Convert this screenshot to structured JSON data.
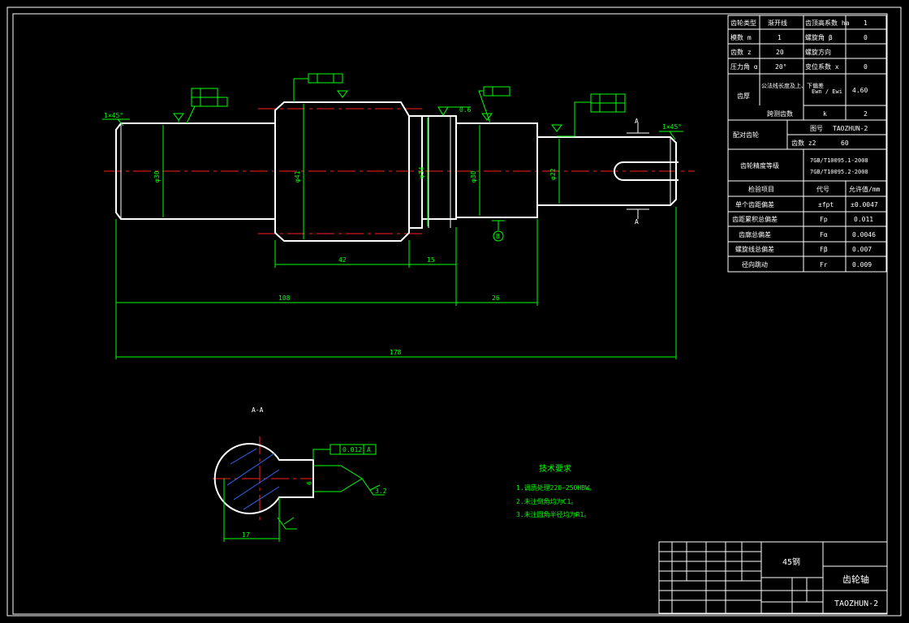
{
  "params_table": {
    "rows": [
      [
        "齿轮类型",
        "渐开线",
        "齿顶高系数 ha",
        "1"
      ],
      [
        "模数 m",
        "1",
        "螺旋角 β",
        "0"
      ],
      [
        "齿数 z",
        "20",
        "螺旋方向",
        ""
      ],
      [
        "压力角 α",
        "20°",
        "变位系数 x",
        "0"
      ]
    ],
    "tooth_thickness_label": "齿厚",
    "tooth_thickness_sub": "公法线长度及上、下偏差",
    "tooth_thickness_symbol": "Ewn / Ewi",
    "tooth_thickness_value": "4.60",
    "span_teeth_label": "跨测齿数",
    "span_teeth_symbol": "k",
    "span_teeth_value": "2",
    "mating_label": "配对齿轮",
    "drawing_no_label": "图号",
    "drawing_no_value": "TAOZHUN-2",
    "mating_teeth_label": "齿数 z2",
    "mating_teeth_value": "60",
    "accuracy_label": "齿轮精度等级",
    "accuracy_std_1": "7GB/T10095.1-2008",
    "accuracy_std_2": "7GB/T10095.2-2008",
    "inspect_header": [
      "检验项目",
      "代号",
      "允许值/mm"
    ],
    "inspect_rows": [
      [
        "单个齿距偏差",
        "±fpt",
        "±0.0047"
      ],
      [
        "齿距累积总偏差",
        "Fp",
        "0.011"
      ],
      [
        "齿廓总偏差",
        "Fα",
        "0.0046"
      ],
      [
        "螺旋线总偏差",
        "Fβ",
        "0.007"
      ],
      [
        "径向跳动",
        "Fr",
        "0.009"
      ]
    ]
  },
  "dimensions": {
    "chamfer_left": "1×45°",
    "chamfer_right": "1×45°",
    "dia_1": "φ30",
    "dia_2": "φ41",
    "dia_3": "φ34",
    "dia_4": "φ30",
    "dia_5": "φ22",
    "len_42": "42",
    "len_15": "15",
    "len_108": "108",
    "len_26": "26",
    "len_178": "178",
    "groove_ra": "0.6",
    "section_mark": "A",
    "section_title": "A-A",
    "key_tol": "0.012",
    "key_datum": "A",
    "key_ra": "3.2",
    "key_depth": "17",
    "key_width": "6",
    "datum_label": "B"
  },
  "tech_req": {
    "title": "技术要求",
    "items": [
      "1.调质处理220~250HBW。",
      "2.未注倒角均为C1。",
      "3.未注圆角半径均为R1。"
    ]
  },
  "title_block": {
    "material": "45钢",
    "part_name": "齿轮轴",
    "drawing_no": "TAOZHUN-2"
  }
}
